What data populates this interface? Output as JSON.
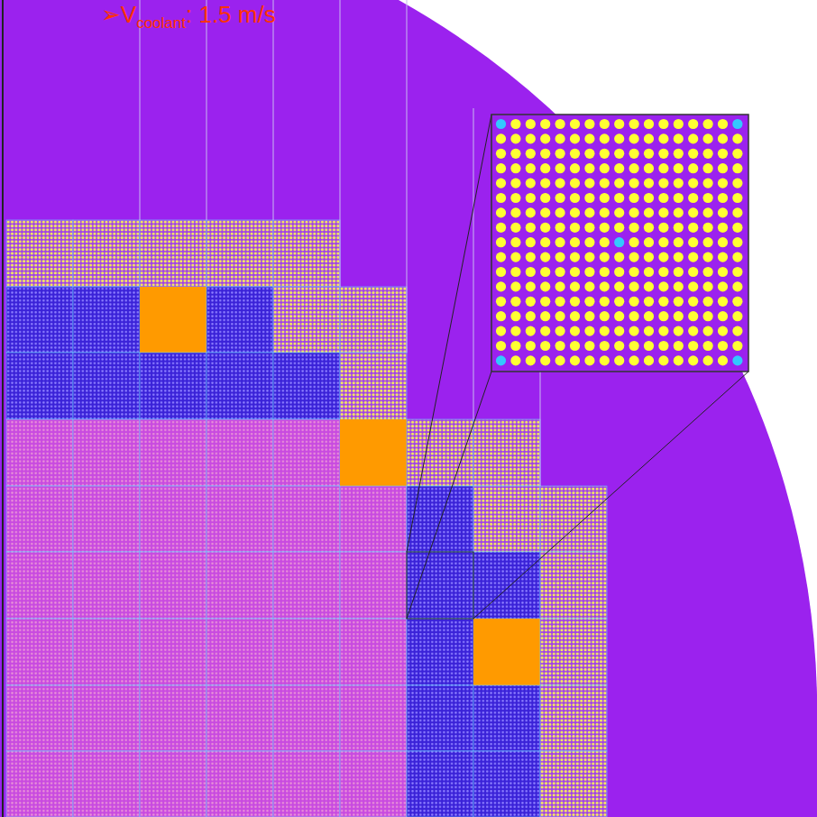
{
  "diagram": {
    "labels": [
      "➢V",
      "coolant",
      ": 1.5 m/s"
    ]
  }
}
